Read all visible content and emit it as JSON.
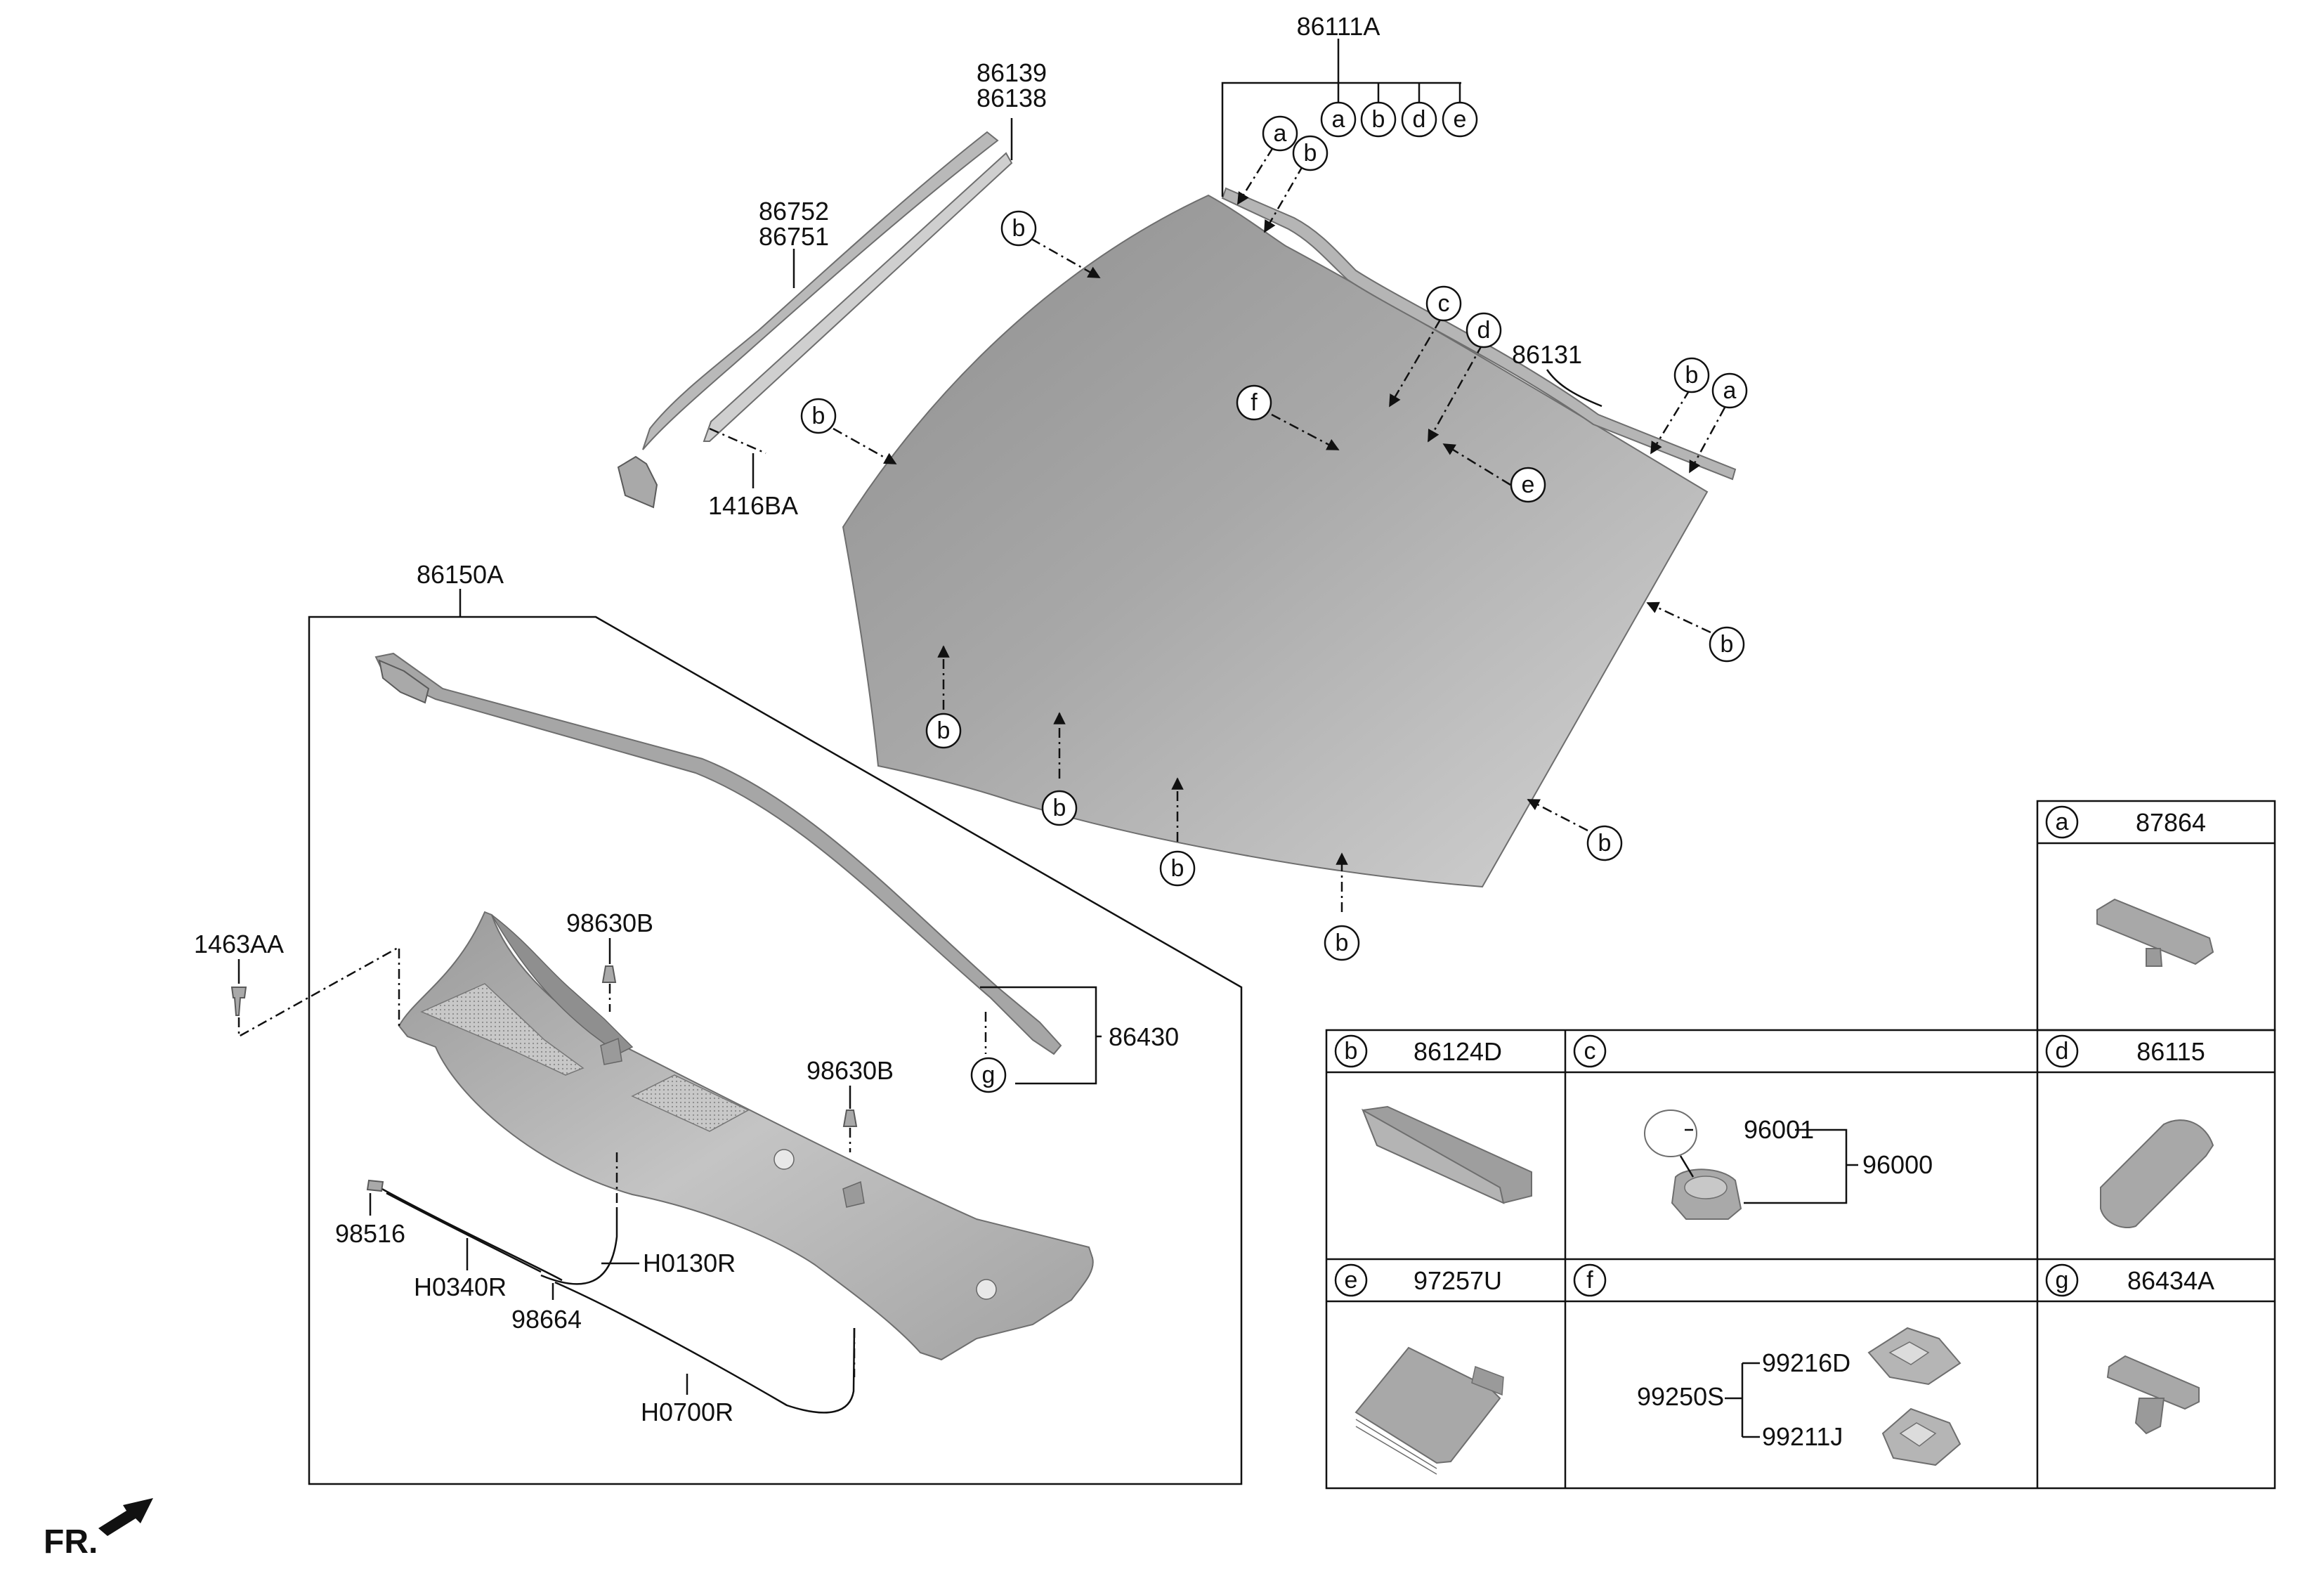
{
  "parts": {
    "windshield_assy": "86111A",
    "roof_molding_a": "86139",
    "roof_molding_b": "86138",
    "side_molding_a": "86752",
    "side_molding_b": "86751",
    "side_clip": "1416BA",
    "upper_seal": "86131",
    "cowl_assy": "86150A",
    "cowl_screw": "1463AA",
    "nozzle_upper": "98630B",
    "nozzle_lower": "98630B",
    "cowl_seal": "86430",
    "connector": "98516",
    "hose_h0340r": "H0340R",
    "hose_h0130r": "H0130R",
    "joint": "98664",
    "hose_h0700r": "H0700R"
  },
  "callouts": {
    "a": "a",
    "b": "b",
    "c": "c",
    "d": "d",
    "e": "e",
    "f": "f",
    "g": "g"
  },
  "legend": {
    "a": {
      "letter": "a",
      "part": "87864"
    },
    "b": {
      "letter": "b",
      "part": "86124D"
    },
    "c": {
      "letter": "c",
      "part": "",
      "items": [
        "96001",
        "96000"
      ]
    },
    "d": {
      "letter": "d",
      "part": "86115"
    },
    "e": {
      "letter": "e",
      "part": "97257U"
    },
    "f": {
      "letter": "f",
      "part": "",
      "items": [
        "99250S",
        "99216D",
        "99211J"
      ]
    },
    "g": {
      "letter": "g",
      "part": "86434A"
    }
  },
  "front_indicator": "FR."
}
